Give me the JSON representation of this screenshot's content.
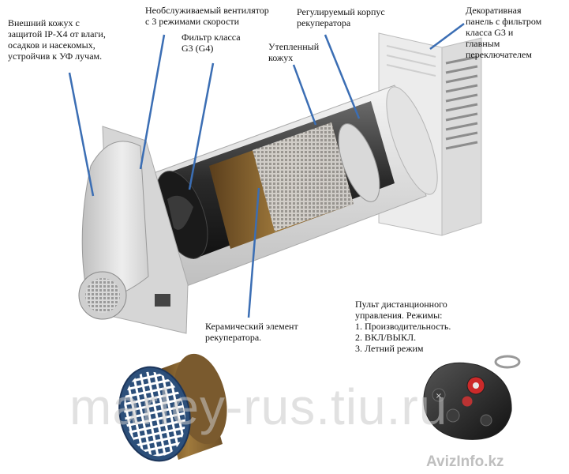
{
  "labels": {
    "outer_hood": "Внешний кожух с\nзащитой IP-X4 от влаги,\nосадков и насекомых,\nустройчив к УФ лучам.",
    "fan": "Необслуживаемый вентилятор\nс 3 режимами скорости",
    "filter": "Фильтр класса\nG3 (G4)",
    "housing": "Регулируемый корпус\nрекуператора",
    "insulated": "Утепленный\nкожух",
    "panel": "Декоративная\nпанель с фильтром\nкласса G3 и\nглавным\nпереключателем",
    "ceramic": "Керамический элемент\nрекуператора.",
    "remote": "Пульт дистанционного\nуправления. Режимы:\n1. Производительность.\n2. ВКЛ/ВЫКЛ.\n3. Летний режим"
  },
  "watermark": "marley-rus.tiu.ru",
  "corner_logo": "AvizInfo.kz",
  "colors": {
    "pointer": "#3b6eb4",
    "ceramic_core": "#8a6a3a",
    "tube": "#e6e6e6"
  }
}
